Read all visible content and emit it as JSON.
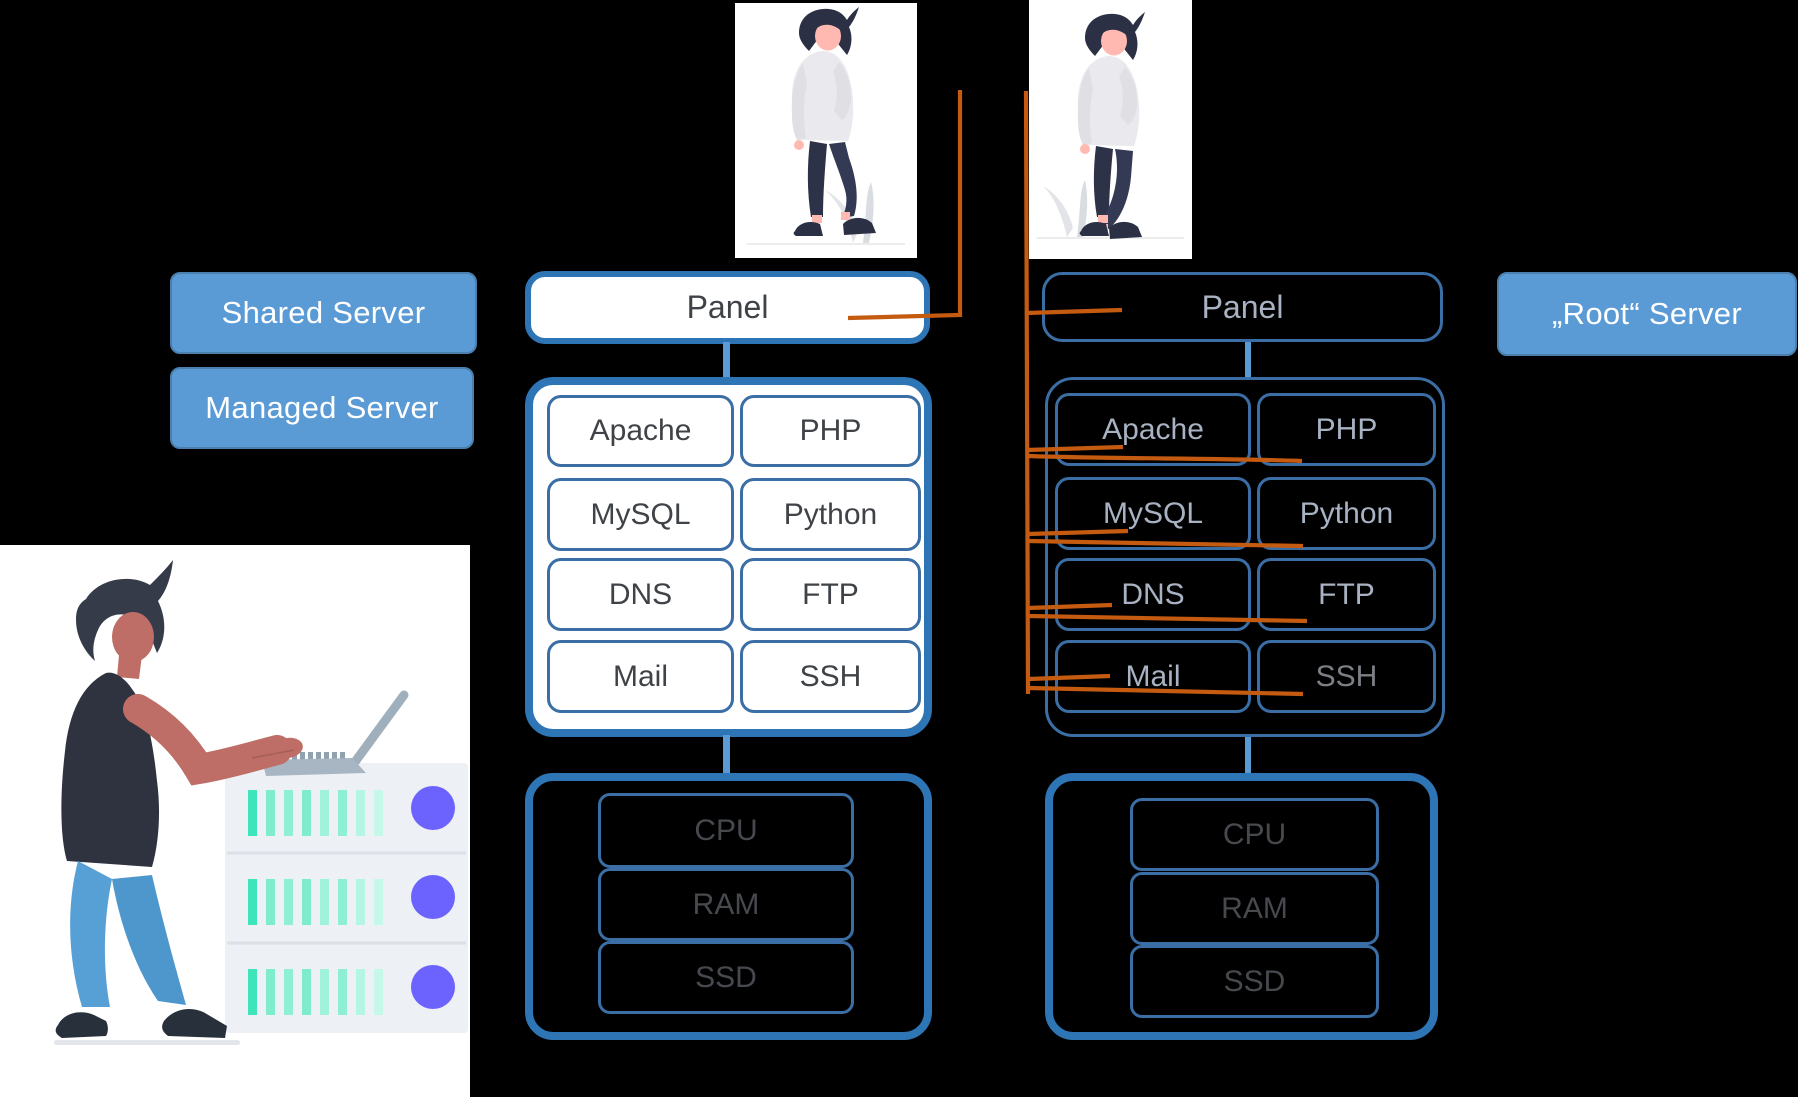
{
  "buttons": {
    "shared": "Shared Server",
    "managed": "Managed Server",
    "root": "„Root“ Server"
  },
  "shared_stack": {
    "panel": "Panel",
    "services": [
      [
        "Apache",
        "PHP"
      ],
      [
        "MySQL",
        "Python"
      ],
      [
        "DNS",
        "FTP"
      ],
      [
        "Mail",
        "SSH"
      ]
    ],
    "hardware": [
      "CPU",
      "RAM",
      "SSD"
    ]
  },
  "root_stack": {
    "panel": "Panel",
    "services": [
      [
        "Apache",
        "PHP"
      ],
      [
        "MySQL",
        "Python"
      ],
      [
        "DNS",
        "FTP"
      ],
      [
        "Mail",
        "SSH"
      ]
    ],
    "hardware": [
      "CPU",
      "RAM",
      "SSD"
    ]
  },
  "colors": {
    "accent_blue": "#5B9BD5",
    "box_border": "#2E75B6",
    "pill_border": "#3A6EA5",
    "orange": "#C55A11",
    "text_dark": "#3F4347",
    "text_light": "#A8B2C2",
    "hw_text": "#46494E",
    "ssh_text": "#7C8086",
    "purple": "#6C63FF",
    "teal": "#3FE5BA",
    "skin": "#BE6E66",
    "card_skin": "#FFB9B1",
    "pants_blue": "#57A0D6",
    "shirt_dark": "#2E333F",
    "navy_dark": "#2E3248"
  }
}
